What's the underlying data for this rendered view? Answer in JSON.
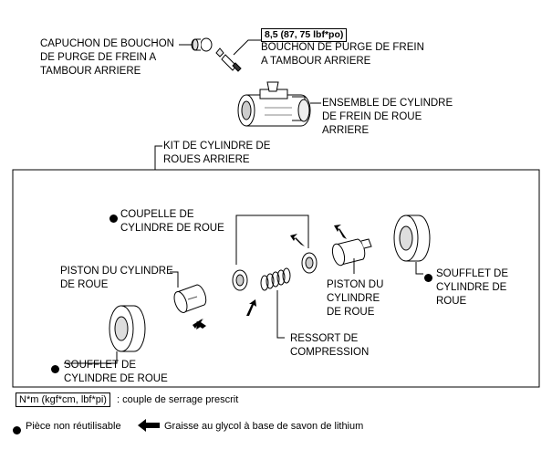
{
  "labels": {
    "bleeder_cap": "CAPUCHON DE BOUCHON\nDE PURGE DE FREIN A\nTAMBOUR ARRIERE",
    "torque": "8,5 (87, 75 lbf*po)",
    "bleeder_plug": "BOUCHON DE PURGE DE FREIN\nA TAMBOUR ARRIERE",
    "cylinder_assembly": "ENSEMBLE DE CYLINDRE\nDE FREIN DE ROUE\nARRIERE",
    "cylinder_kit": "KIT DE CYLINDRE DE\nROUES ARRIERE",
    "cup": "COUPELLE DE\nCYLINDRE DE ROUE",
    "piston_left": "PISTON DU CYLINDRE\nDE ROUE",
    "piston_right": "PISTON DU\nCYLINDRE\nDE ROUE",
    "boot_right": "SOUFFLET DE\nCYLINDRE DE\nROUE",
    "spring": "RESSORT DE\nCOMPRESSION",
    "boot_left": "SOUFFLET DE\nCYLINDRE DE ROUE"
  },
  "legend": {
    "torque_unit": "N*m (kgf*cm, lbf*pi)",
    "torque_desc": ": couple de serrage prescrit",
    "non_reusable": "Pièce non réutilisable",
    "grease": "Graisse au glycol à base de savon de lithium"
  }
}
